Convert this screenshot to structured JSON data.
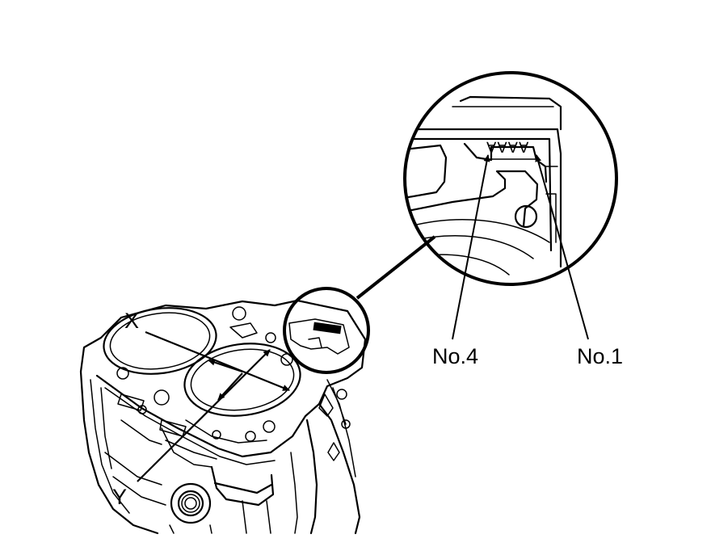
{
  "labels": {
    "x": "X",
    "y": "Y",
    "no4": "No.4",
    "no1": "No.1"
  },
  "marks": {
    "stamp_glyphs": "∀∀∀∀"
  },
  "colors": {
    "line": "#000000",
    "background": "#ffffff"
  }
}
